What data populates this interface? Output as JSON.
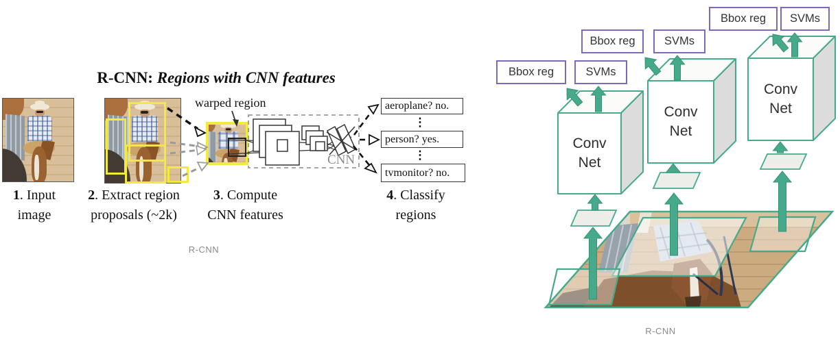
{
  "left": {
    "title_prefix": "R-CNN:",
    "title_emphasis": "Regions with CNN features",
    "warped_region_label": "warped region",
    "cnn_box_label": "CNN",
    "output_labels": [
      "aeroplane? no.",
      "person? yes.",
      "tvmonitor? no."
    ],
    "ellipsis": "⋮",
    "steps": [
      {
        "num": "1",
        "rest": ". Input",
        "line2": "image"
      },
      {
        "num": "2",
        "rest": ". Extract region",
        "line2": "proposals (~2k)"
      },
      {
        "num": "3",
        "rest": ". Compute",
        "line2": "CNN features"
      },
      {
        "num": "4",
        "rest": ". Classify",
        "line2": "regions"
      }
    ],
    "caption": "R-CNN"
  },
  "right": {
    "heads": [
      {
        "bbox_label": "Bbox reg",
        "svm_label": "SVMs"
      },
      {
        "bbox_label": "Bbox reg",
        "svm_label": "SVMs"
      },
      {
        "bbox_label": "Bbox reg",
        "svm_label": "SVMs"
      }
    ],
    "convnets": [
      {
        "line1": "Conv",
        "line2": "Net"
      },
      {
        "line1": "Conv",
        "line2": "Net"
      },
      {
        "line1": "Conv",
        "line2": "Net"
      }
    ],
    "caption": "R-CNN"
  },
  "colors": {
    "green": "#47a98b",
    "purple": "#7e68bb",
    "yellow": "#f3ea3c",
    "caption_gray": "#8a8a8a"
  }
}
